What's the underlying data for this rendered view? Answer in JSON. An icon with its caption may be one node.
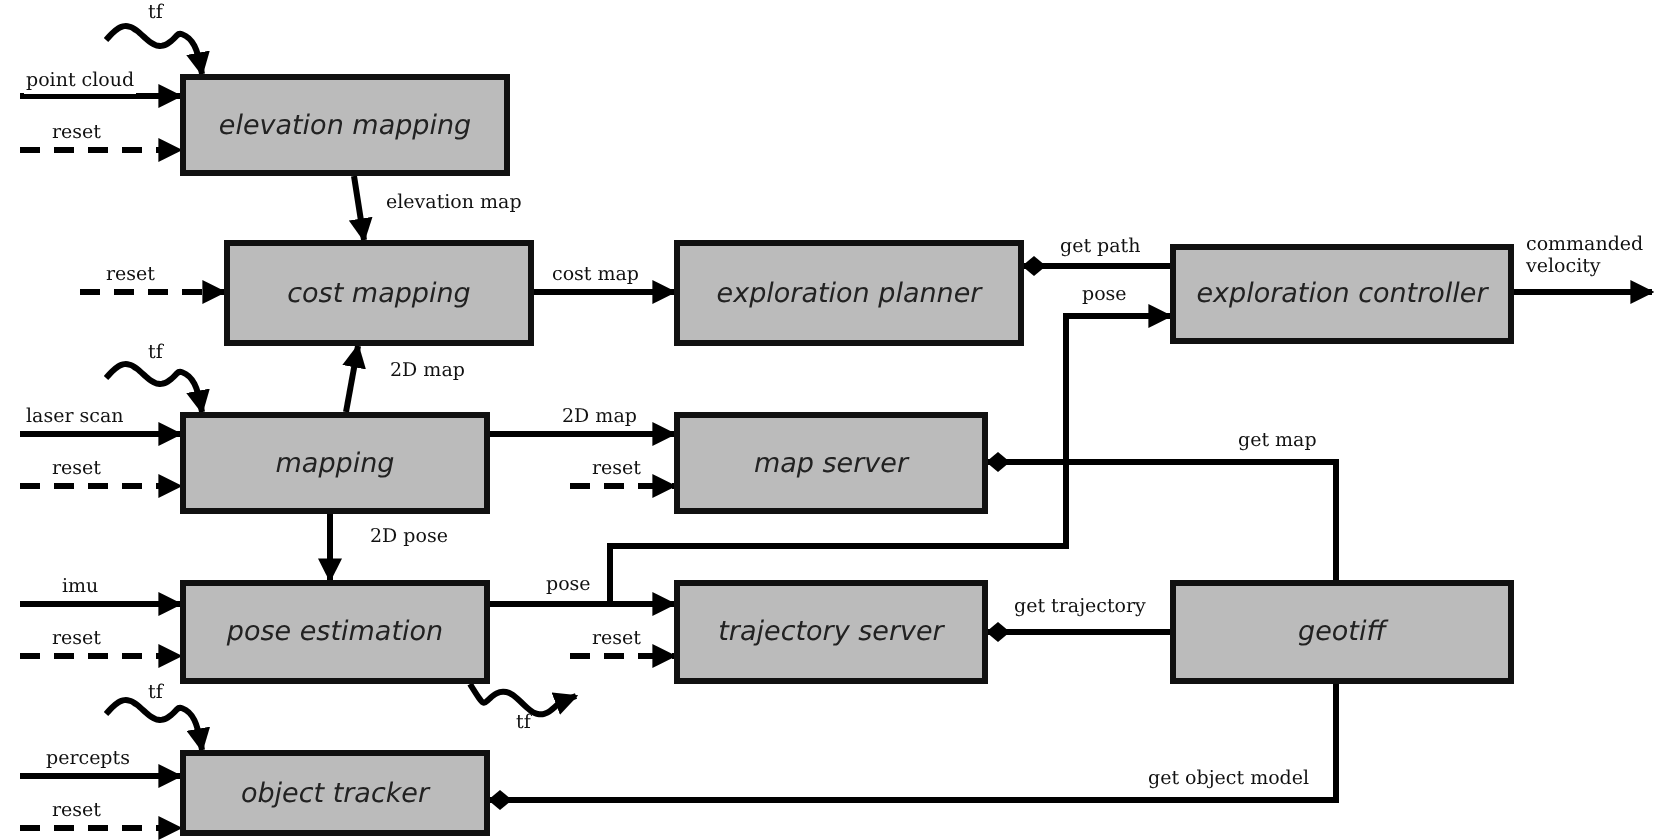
{
  "diagram": {
    "nodes": [
      {
        "text": [
          "elevation mapping"
        ]
      },
      {
        "text": [
          "cost mapping"
        ]
      },
      {
        "text": [
          "exploration planner"
        ]
      },
      {
        "text": [
          "exploration controller"
        ]
      },
      {
        "text": [
          "mapping"
        ]
      },
      {
        "text": [
          "map server"
        ]
      },
      {
        "text": [
          "pose estimation"
        ]
      },
      {
        "text": [
          "trajectory server"
        ]
      },
      {
        "text": [
          "geotiff"
        ]
      },
      {
        "text": [
          "object tracker"
        ]
      }
    ],
    "edges": [
      {
        "from": null,
        "to": 0,
        "arrow": "to",
        "label": "tf"
      },
      {
        "from": null,
        "to": 0,
        "arrow": "to",
        "label": "point cloud"
      },
      {
        "from": null,
        "to": 0,
        "arrow": "to",
        "label": "reset",
        "style": "dashed"
      },
      {
        "from": 0,
        "to": 1,
        "arrow": "to",
        "label": "elevation map"
      },
      {
        "from": null,
        "to": 1,
        "arrow": "to",
        "label": "reset",
        "style": "dashed"
      },
      {
        "from": 1,
        "to": 2,
        "arrow": "to",
        "label": "cost map"
      },
      {
        "from": 3,
        "to": 2,
        "arrow": "other",
        "label": "get path"
      },
      {
        "from": 3,
        "to": null,
        "arrow": "to",
        "label": "commanded velocity"
      },
      {
        "from": 4,
        "to": 1,
        "arrow": "to",
        "label": "2D map"
      },
      {
        "from": null,
        "to": 4,
        "arrow": "to",
        "label": "tf"
      },
      {
        "from": null,
        "to": 4,
        "arrow": "to",
        "label": "laser scan"
      },
      {
        "from": null,
        "to": 4,
        "arrow": "to",
        "label": "reset",
        "style": "dashed"
      },
      {
        "from": 4,
        "to": 5,
        "arrow": "to",
        "label": "2D map"
      },
      {
        "from": null,
        "to": 5,
        "arrow": "to",
        "label": "reset",
        "style": "dashed"
      },
      {
        "from": 4,
        "to": 6,
        "arrow": "to",
        "label": "2D pose"
      },
      {
        "from": null,
        "to": 6,
        "arrow": "to",
        "label": "imu"
      },
      {
        "from": null,
        "to": 6,
        "arrow": "to",
        "label": "reset",
        "style": "dashed"
      },
      {
        "from": 6,
        "to": 7,
        "arrow": "to",
        "label": "pose"
      },
      {
        "from": 6,
        "to": 3,
        "arrow": "to",
        "label": "pose"
      },
      {
        "from": null,
        "to": 7,
        "arrow": "to",
        "label": "reset",
        "style": "dashed"
      },
      {
        "from": 8,
        "to": 5,
        "arrow": "other",
        "label": "get map"
      },
      {
        "from": 8,
        "to": 7,
        "arrow": "other",
        "label": "get trajectory"
      },
      {
        "from": 6,
        "to": null,
        "arrow": "to",
        "label": "tf"
      },
      {
        "from": null,
        "to": 9,
        "arrow": "to",
        "label": "tf"
      },
      {
        "from": null,
        "to": 9,
        "arrow": "to",
        "label": "percepts"
      },
      {
        "from": null,
        "to": 9,
        "arrow": "to",
        "label": "reset",
        "style": "dashed"
      },
      {
        "from": 8,
        "to": 9,
        "arrow": "other",
        "label": "get object model"
      }
    ]
  }
}
